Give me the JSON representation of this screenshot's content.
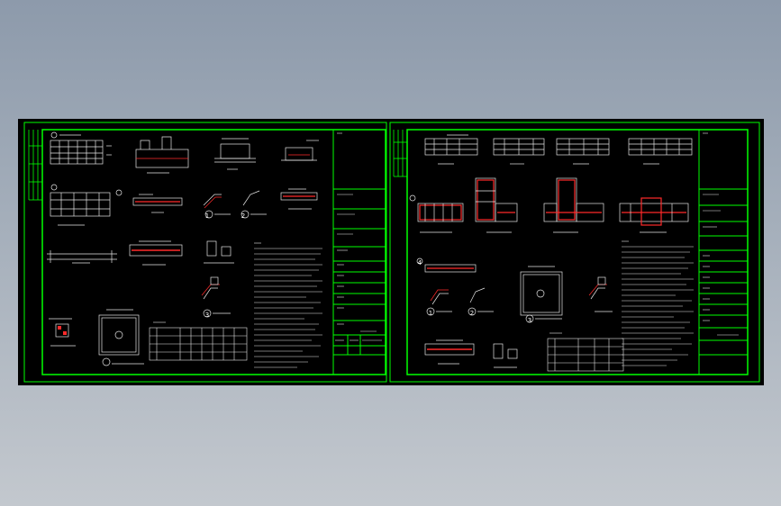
{
  "viewer": {
    "background_top": "#8d9aab",
    "background_bottom": "#c3c8ce",
    "drawing_background": "#000000",
    "frame_color": "#00ff00",
    "rebar_color": "#ff2a2a",
    "line_color": "#e6e6e6"
  },
  "sheets": [
    {
      "label_1": "1",
      "label_2": "2",
      "label_3": "3"
    },
    {
      "label_1": "1",
      "label_2": "2",
      "label_3": "3",
      "label_4": "4"
    }
  ]
}
